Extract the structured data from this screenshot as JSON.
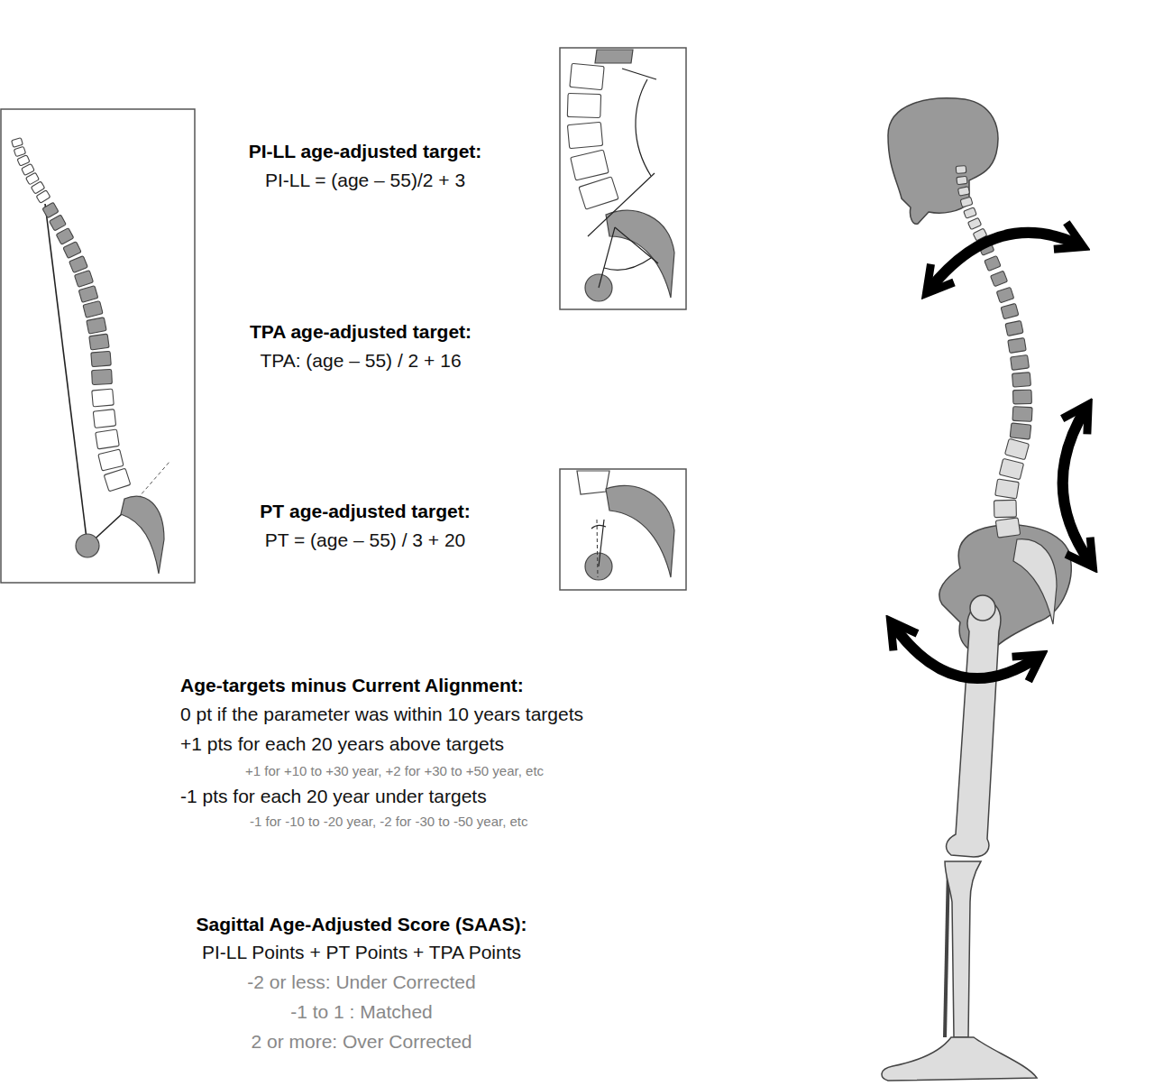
{
  "diagram": {
    "labels": [
      "PI-LL age-adjusted target:",
      "PI-LL = (age – 55)/2 + 3",
      "TPA age-adjusted target:",
      "TPA: (age – 55) / 2 + 16",
      "PT age-adjusted target:",
      "PT = (age – 55) / 3 + 20",
      "Age-targets minus Current Alignment:",
      "0 pt if the parameter was within 10 years targets",
      "+1 pts for each 20 years above targets",
      "+1 for +10 to +30 year, +2 for +30 to +50 year, etc",
      "-1 pts for each 20 year under targets",
      "-1 for -10 to -20 year, -2 for -30 to -50 year, etc",
      "Sagittal Age-Adjusted Score (SAAS):",
      "PI-LL Points + PT Points + TPA Points",
      "-2 or less: Under Corrected",
      "-1 to 1 : Matched",
      "2 or more: Over Corrected"
    ]
  }
}
